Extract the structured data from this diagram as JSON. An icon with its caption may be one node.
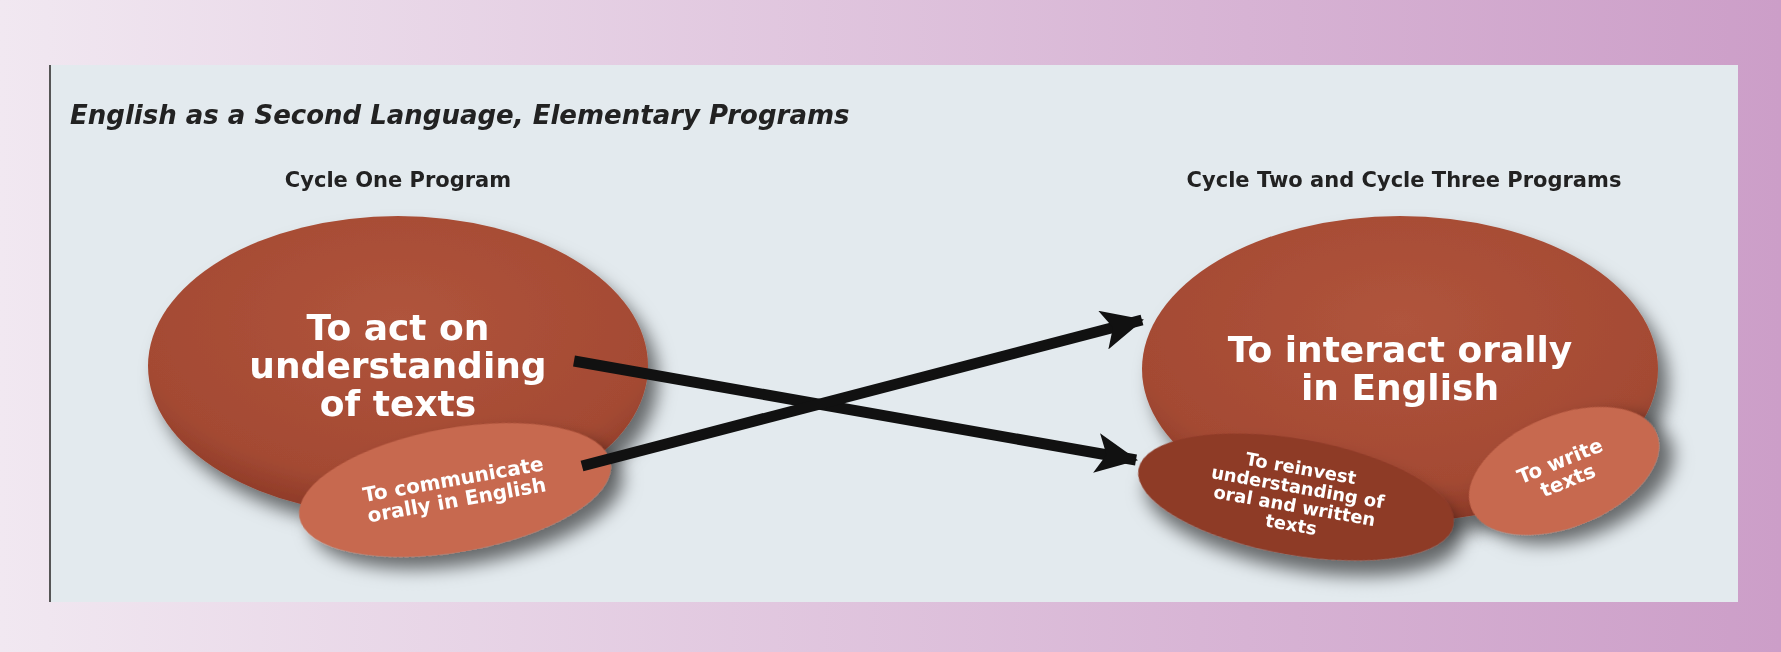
{
  "diagram": {
    "title": "English as a Second Language, Elementary Programs",
    "nodes": [
      {
        "text": [
          "To act on understanding of texts"
        ]
      },
      {
        "text": [
          "To communicate orally in English"
        ]
      },
      {
        "text": [
          "To interact orally in English"
        ]
      },
      {
        "text": [
          "To reinvest understanding of oral and written texts"
        ]
      },
      {
        "text": [
          "To write texts"
        ]
      }
    ],
    "edges": [
      {
        "from": 0,
        "to": 3,
        "arrow": "to"
      },
      {
        "from": 1,
        "to": 2,
        "arrow": "to"
      }
    ],
    "labels": [
      "Cycle One Program",
      "Cycle Two and Cycle Three Programs"
    ]
  }
}
